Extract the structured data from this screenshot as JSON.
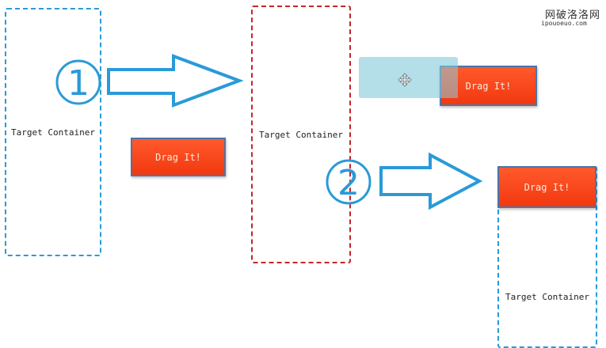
{
  "watermark": {
    "line1": "网破洛洛网",
    "line2": "ipouoeuo.com"
  },
  "steps": [
    {
      "number": "①"
    },
    {
      "number": "②"
    }
  ],
  "containers": {
    "left_label": "Target Container",
    "middle_label": "Target Container",
    "right_label": "Target Container"
  },
  "buttons": {
    "left_label": "Drag It!",
    "dragging_label": "Drag It!",
    "dropped_label": "Drag It!"
  },
  "icons": {
    "move_cursor": "move-cursor-icon"
  },
  "colors": {
    "accent_blue": "#2a9ad8",
    "active_border_red": "#c4252b",
    "button_red": "#f2380f",
    "ghost_blue": "#8ccddc"
  }
}
